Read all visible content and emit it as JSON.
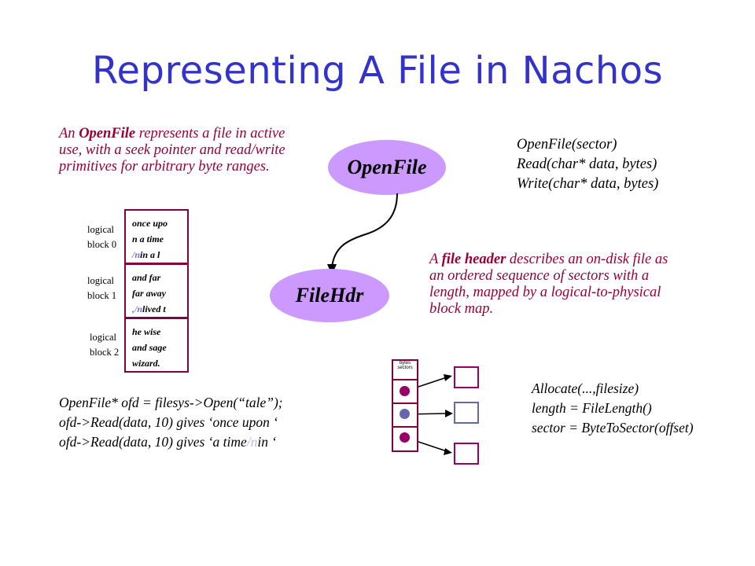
{
  "title": "Representing A File in Nachos",
  "openfile_desc": {
    "prefix": "An ",
    "term": "OpenFile",
    "rest": " represents a file in active use, with a seek pointer and read/write primitives for arbitrary byte ranges."
  },
  "openfile_label": "OpenFile",
  "openfile_api": [
    "OpenFile(sector)",
    "Read(char* data, bytes)",
    "Write(char* data, bytes)"
  ],
  "filehdr_label": "FileHdr",
  "filehdr_desc": {
    "prefix": "A ",
    "term": "file header",
    "rest": " describes an on-disk file as an ordered sequence of sectors with a length, mapped by a logical-to-physical block map."
  },
  "logical_blocks": [
    {
      "label_line1": "logical",
      "label_line2": "block 0",
      "lines": [
        [
          "once upo",
          ""
        ],
        [
          "n a time",
          ""
        ],
        [
          "/n",
          "in a l"
        ]
      ]
    },
    {
      "label_line1": "logical",
      "label_line2": "block 1",
      "lines": [
        [
          "and far",
          ""
        ],
        [
          "far away",
          ""
        ],
        [
          ",/n",
          "lived t"
        ]
      ]
    },
    {
      "label_line1": "logical",
      "label_line2": "block 2",
      "lines": [
        [
          "he wise",
          ""
        ],
        [
          "and sage",
          ""
        ],
        [
          "wizard.",
          ""
        ]
      ]
    }
  ],
  "code_lines": [
    {
      "text": "OpenFile* ofd = filesys->Open(“tale”);",
      "nl": "",
      "tail": ""
    },
    {
      "text": "ofd->Read(data, 10) gives ‘once upon ‘",
      "nl": "",
      "tail": ""
    },
    {
      "text": "ofd->Read(data, 10) gives ‘a time",
      "nl": "/n",
      "tail": "in ‘"
    }
  ],
  "sectors_label": [
    "bytes",
    "sectors"
  ],
  "sector_dot_colors": [
    "#990066",
    "#6666aa",
    "#990066"
  ],
  "sector_box_colors": [
    "#990066",
    "#6666aa",
    "#990066"
  ],
  "filehdr_api": [
    "Allocate(...,filesize)",
    "length = FileLength()",
    "sector = ByteToSector(offset)"
  ],
  "colors": {
    "title": "#3333cc",
    "desc": "#990033",
    "ellipse_fill": "#cc99ff",
    "block_border": "#800040"
  }
}
